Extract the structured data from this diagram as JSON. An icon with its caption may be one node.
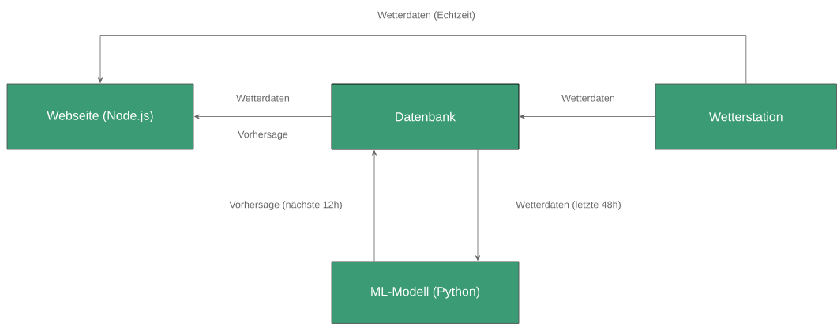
{
  "diagram": {
    "nodes": [
      {
        "text": [
          "Webseite (Node.js)"
        ]
      },
      {
        "text": [
          "Datenbank"
        ]
      },
      {
        "text": [
          "Wetterstation"
        ]
      },
      {
        "text": [
          "ML-Modell (Python)"
        ]
      }
    ],
    "edges": [
      {
        "from": 2,
        "to": 0,
        "arrow": "to",
        "label": "Wetterdaten (Echtzeit)"
      },
      {
        "from": 1,
        "to": 0,
        "arrow": "to",
        "label": "Wetterdaten"
      },
      {
        "from": 2,
        "to": 1,
        "arrow": "to",
        "label": "Wetterdaten"
      },
      {
        "from": 3,
        "to": 1,
        "arrow": "to",
        "label": "Vorhersage (nächste 12h)"
      },
      {
        "from": 1,
        "to": 3,
        "arrow": "to",
        "label": "Wetterdaten (letzte 48h)"
      }
    ],
    "labels": [
      "Vorhersage"
    ]
  }
}
